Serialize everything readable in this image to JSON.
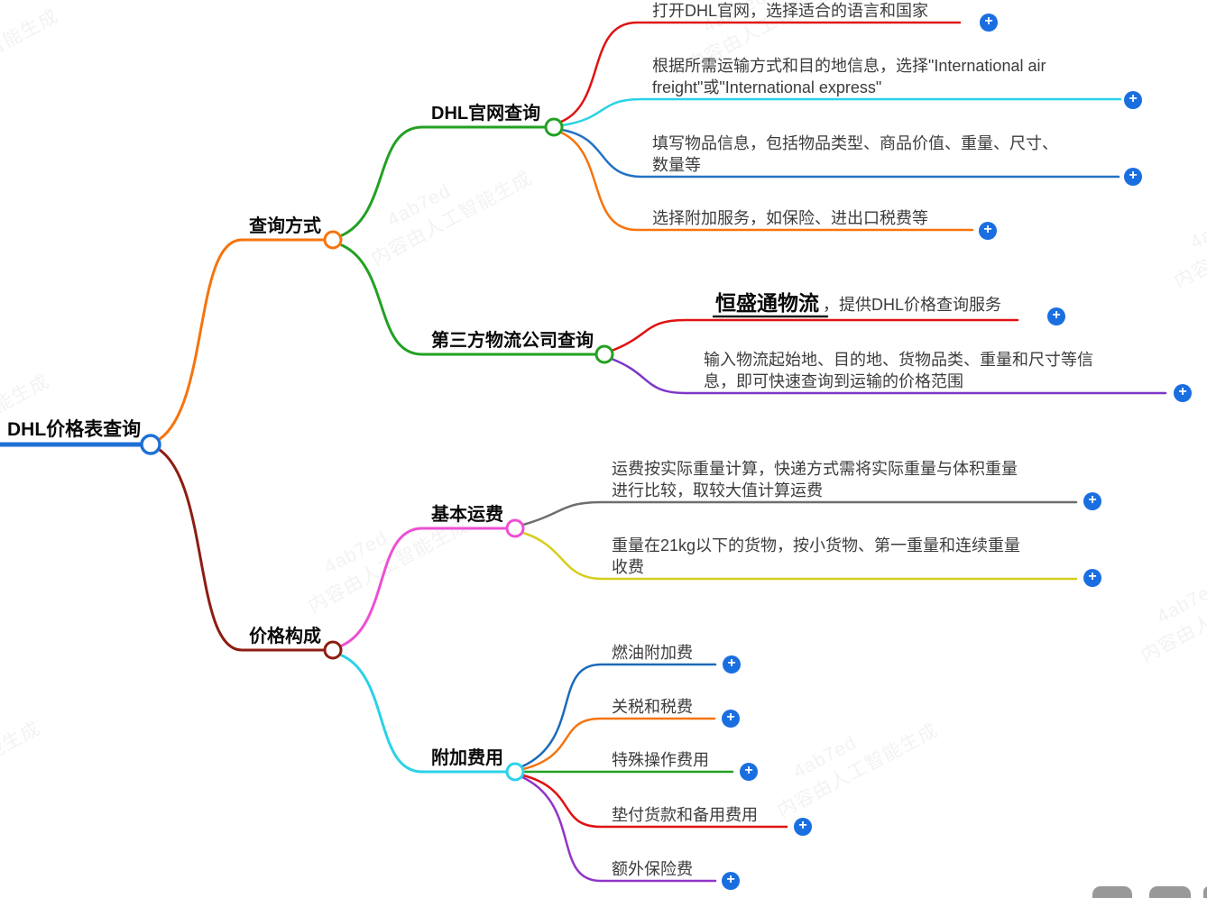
{
  "root": {
    "label": "DHL价格表查询"
  },
  "branches": {
    "query_methods": {
      "label": "查询方式",
      "nodes": {
        "official_site": {
          "label": "DHL官网查询",
          "leaves": {
            "open_site": {
              "text": "打开DHL官网，选择适合的语言和国家"
            },
            "choose_service": {
              "text": "根据所需运输方式和目的地信息，选择\"International air\nfreight\"或\"International express\""
            },
            "fill_info": {
              "text": "填写物品信息，包括物品类型、商品价值、重量、尺寸、\n数量等"
            },
            "addon_service": {
              "text": "选择附加服务，如保险、进出口税费等"
            }
          }
        },
        "third_party": {
          "label": "第三方物流公司查询",
          "leaves": {
            "provider": {
              "brand": "恒盛通物流",
              "text": "，提供DHL价格查询服务"
            },
            "enter_info": {
              "text": "输入物流起始地、目的地、货物品类、重量和尺寸等信\n息，即可快速查询到运输的价格范围"
            }
          }
        }
      }
    },
    "price_composition": {
      "label": "价格构成",
      "nodes": {
        "base_freight": {
          "label": "基本运费",
          "leaves": {
            "actual_weight": {
              "text": "运费按实际重量计算，快递方式需将实际重量与体积重量\n进行比较，取较大值计算运费"
            },
            "under_21kg": {
              "text": "重量在21kg以下的货物，按小货物、第一重量和连续重量\n收费"
            }
          }
        },
        "surcharges": {
          "label": "附加费用",
          "leaves": {
            "fuel": {
              "text": "燃油附加费"
            },
            "tariff": {
              "text": "关税和税费"
            },
            "special_handling": {
              "text": "特殊操作费用"
            },
            "advance_payment": {
              "text": "垫付货款和备用费用"
            },
            "extra_insurance": {
              "text": "额外保险费"
            }
          }
        }
      }
    }
  },
  "colors": {
    "root_blue": "#1d70d4",
    "orange": "#f5740e",
    "maroon": "#8d1d12",
    "green": "#22a122",
    "red": "#e01212",
    "cyan": "#2bd2e6",
    "blue": "#2272c4",
    "steel_blue": "#1c6ab8",
    "violet": "#7d35c8",
    "purple": "#9233c9",
    "pink": "#ee4fd4",
    "gray": "#6e6e6e",
    "yellow": "#d5ce1e",
    "plus_blue": "#1a6fe0",
    "brand_underline": "#1a1a1a",
    "toolbar_gray": "#999999"
  },
  "icons": {
    "plus": "+"
  },
  "watermark": {
    "code": "4ab7ed",
    "text": "内容由人工智能生成"
  }
}
